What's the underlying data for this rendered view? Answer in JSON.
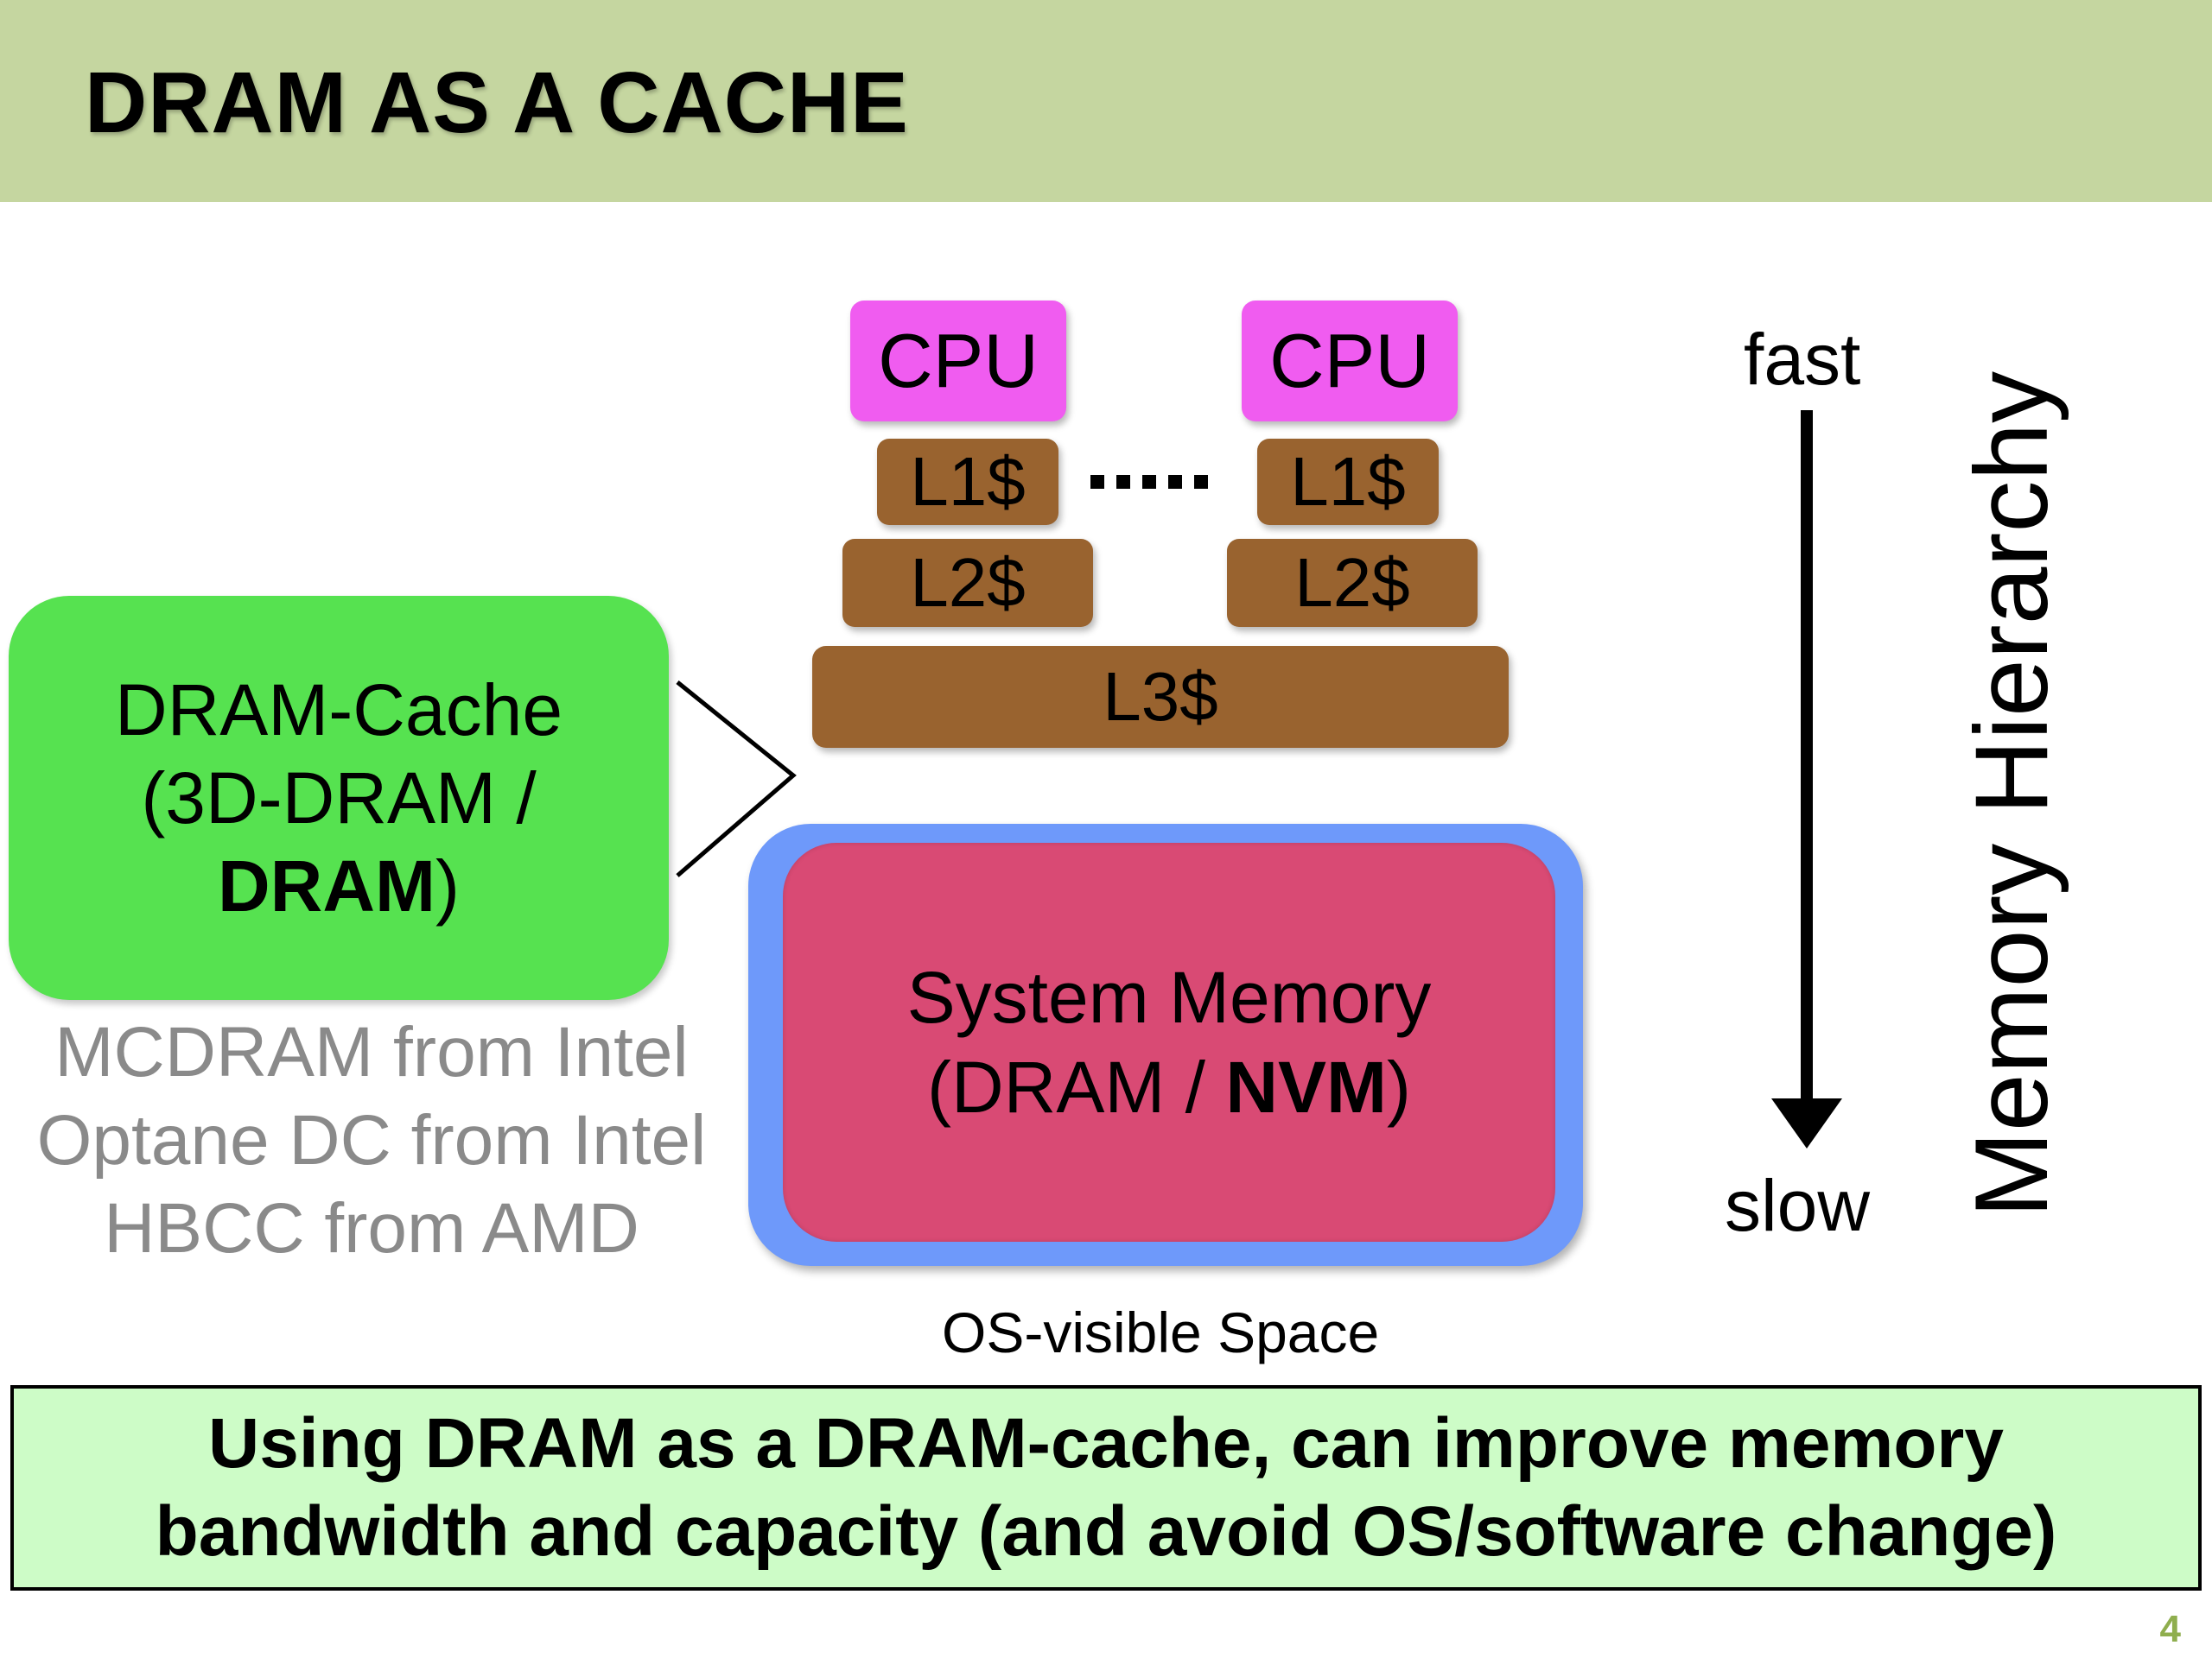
{
  "slide": {
    "title": "DRAM AS A CACHE",
    "page_number": "4"
  },
  "hierarchy": {
    "cpu_left": "CPU",
    "cpu_right": "CPU",
    "l1_left": "L1$",
    "l1_right": "L1$",
    "l2_left": "L2$",
    "l2_right": "L2$",
    "l3": "L3$"
  },
  "dram_cache": {
    "line1": "DRAM-Cache",
    "line2": "(3D-DRAM /",
    "line3_bold": "DRAM",
    "line3_close": ")"
  },
  "examples": [
    "MCDRAM from Intel",
    "Optane DC from Intel",
    "HBCC from AMD"
  ],
  "system_memory": {
    "line1": "System Memory",
    "line2_open": "(DRAM / ",
    "line2_bold": "NVM",
    "line2_close": ")",
    "region_label": "OS-visible Space"
  },
  "speed_axis": {
    "top_label": "fast",
    "bottom_label": "slow",
    "title": "Memory Hierarchy"
  },
  "takeaway": {
    "line1": "Using DRAM as a DRAM-cache, can improve memory",
    "line2": "bandwidth and capacity (and avoid OS/software change)"
  },
  "colors": {
    "header_band": "#c5d6a0",
    "cpu": "#f05cf0",
    "cache": "#99632f",
    "dram_cache": "#56e250",
    "os_visible_space": "#6e99fa",
    "system_memory": "#d94a74",
    "takeaway_box": "#cdfcc7"
  }
}
